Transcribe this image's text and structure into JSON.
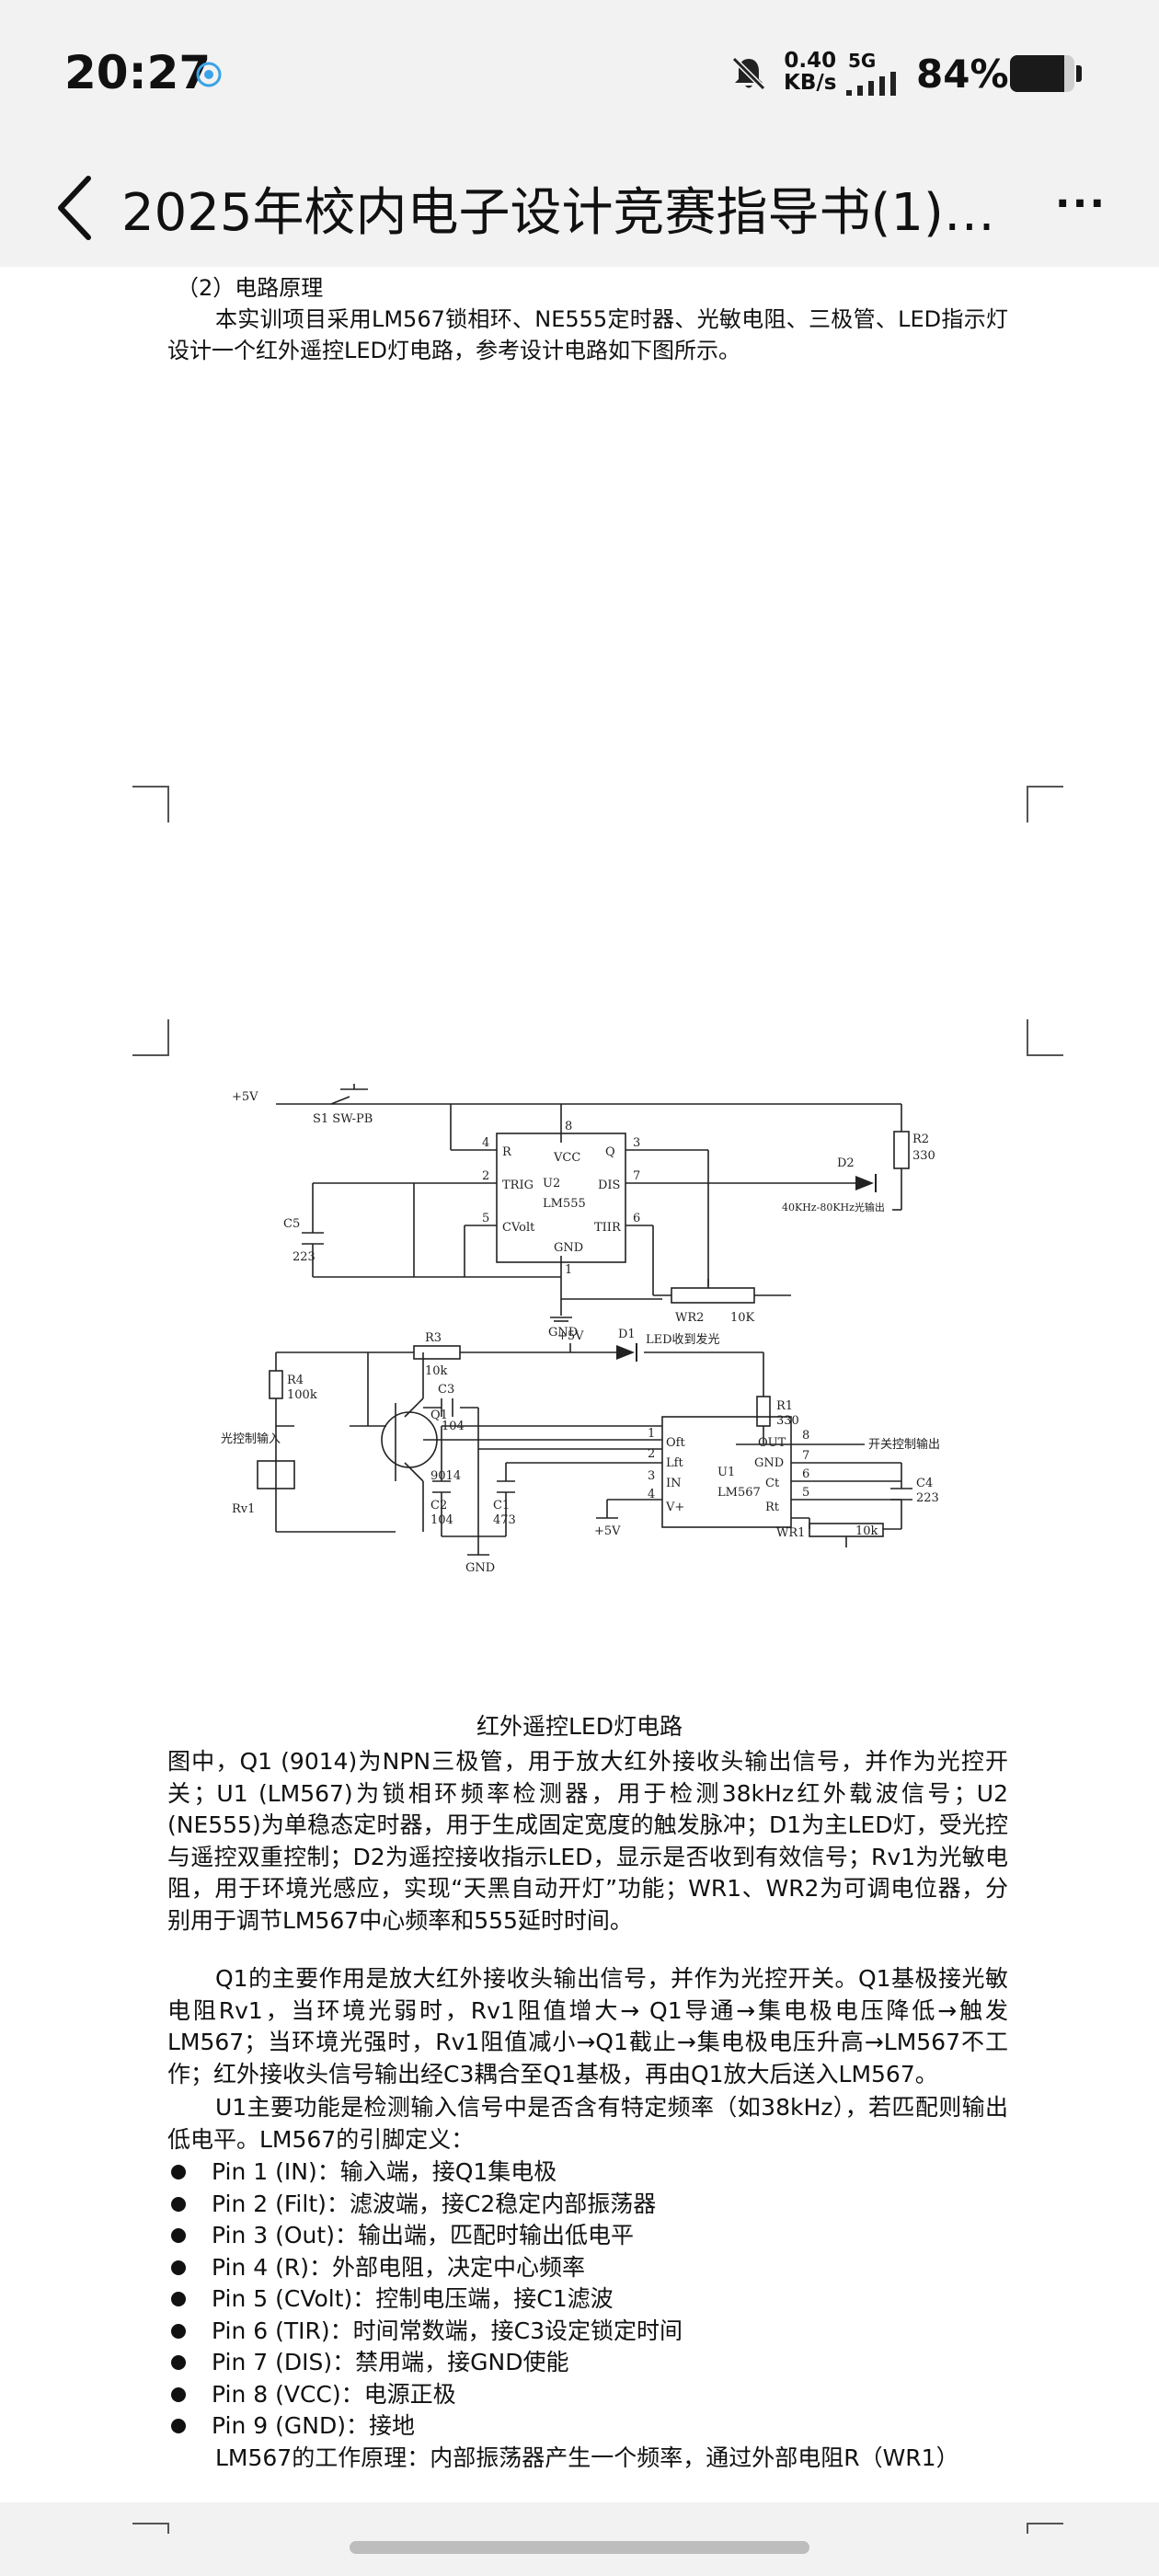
{
  "status_bar": {
    "time": "20:27",
    "net_speed_value": "0.40",
    "net_speed_unit": "KB/s",
    "network_type": "5G",
    "battery_percent": "84%",
    "battery_level": 0.84
  },
  "header": {
    "title": "2025年校内电子设计竞赛指导书(1)…",
    "more_label": "···"
  },
  "document": {
    "section_heading": "（2）电路原理",
    "intro": "本实训项目采用LM567锁相环、NE555定时器、光敏电阻、三极管、LED指示灯设计一个红外遥控LED灯电路，参考设计电路如下图所示。",
    "figure_caption": "红外遥控LED灯电路",
    "para_components": "图中，Q1 (9014)为NPN三极管，用于放大红外接收头输出信号，并作为光控开关；U1 (LM567)为锁相环频率检测器，用于检测38kHz红外载波信号；U2 (NE555)为单稳态定时器，用于生成固定宽度的触发脉冲；D1为主LED灯，受光控与遥控双重控制；D2为遥控接收指示LED，显示是否收到有效信号；Rv1为光敏电阻，用于环境光感应，实现“天黑自动开灯”功能；WR1、WR2为可调电位器，分别用于调节LM567中心频率和555延时时间。",
    "para_q1": "Q1的主要作用是放大红外接收头输出信号，并作为光控开关。Q1基极接光敏电阻Rv1，当环境光弱时，Rv1阻值增大→ Q1导通→集电极电压降低→触发LM567；当环境光强时，Rv1阻值减小→Q1截止→集电极电压升高→LM567不工作；红外接收头信号输出经C3耦合至Q1基极，再由Q1放大后送入LM567。",
    "para_u1": "U1主要功能是检测输入信号中是否含有特定频率（如38kHz），若匹配则输出低电平。LM567的引脚定义：",
    "pins": [
      "Pin 1 (IN)：输入端，接Q1集电极",
      "Pin 2 (Filt)：滤波端，接C2稳定内部振荡器",
      "Pin 3 (Out)：输出端，匹配时输出低电平",
      "Pin 4 (R)：外部电阻，决定中心频率",
      "Pin 5 (CVolt)：控制电压端，接C1滤波",
      "Pin 6 (TIR)：时间常数端，接C3设定锁定时间",
      "Pin 7 (DIS)：禁用端，接GND使能",
      "Pin 8 (VCC)：电源正极",
      "Pin 9 (GND)：接地"
    ],
    "para_principle": "LM567的工作原理：内部振荡器产生一个频率，通过外部电阻R（WR1）"
  },
  "schematic": {
    "top": {
      "vcc": "+5V",
      "switch": "S1 SW-PB",
      "u2_ref": "U2",
      "u2_part": "LM555",
      "pin_r": "R",
      "pin_trig": "TRIG",
      "pin_cvolt": "CVolt",
      "pin_vcc": "VCC",
      "pin_gnd": "GND",
      "pin_q": "Q",
      "pin_dis": "DIS",
      "pin_tiir": "TIIR",
      "pn_4": "4",
      "pn_2": "2",
      "pn_5": "5",
      "pn_8": "8",
      "pn_1": "1",
      "pn_3": "3",
      "pn_7": "7",
      "pn_6": "6",
      "c5_ref": "C5",
      "c5_val": "223",
      "r2_ref": "R2",
      "r2_val": "330",
      "d2_ref": "D2",
      "d2_note": "40KHz-80KHz光输出",
      "wr2_ref": "WR2",
      "wr2_val": "10K",
      "gnd": "GND"
    },
    "bottom": {
      "vcc": "+5V",
      "r3_ref": "R3",
      "r3_val": "10k",
      "r4_ref": "R4",
      "r4_val": "100k",
      "c3_ref": "C3",
      "c3_val": "104",
      "d1_ref": "D1",
      "d1_note": "LED收到发光",
      "r1_ref": "R1",
      "r1_val": "330",
      "q1_ref": "Q1",
      "q1_part": "9014",
      "light_input": "光控制输入",
      "rv1_ref": "Rv1",
      "c2_ref": "C2",
      "c2_val": "104",
      "c1_ref": "C1",
      "c1_val": "473",
      "u1_ref": "U1",
      "u1_part": "LM567",
      "pin_oft": "Oft",
      "pin_lft": "Lft",
      "pin_in": "IN",
      "pin_v": "V+",
      "pin_out": "OUT",
      "pin_gnd": "GND",
      "pin_ct": "Ct",
      "pin_rt": "Rt",
      "pn_1": "1",
      "pn_2": "2",
      "pn_3": "3",
      "pn_4": "4",
      "pn_8": "8",
      "pn_7": "7",
      "pn_6": "6",
      "pn_5": "5",
      "switch_out": "开关控制输出",
      "c4_ref": "C4",
      "c4_val": "223",
      "wr1_ref": "WR1",
      "wr1_val": "10k",
      "gnd": "GND",
      "vcc2": "+5V"
    }
  }
}
